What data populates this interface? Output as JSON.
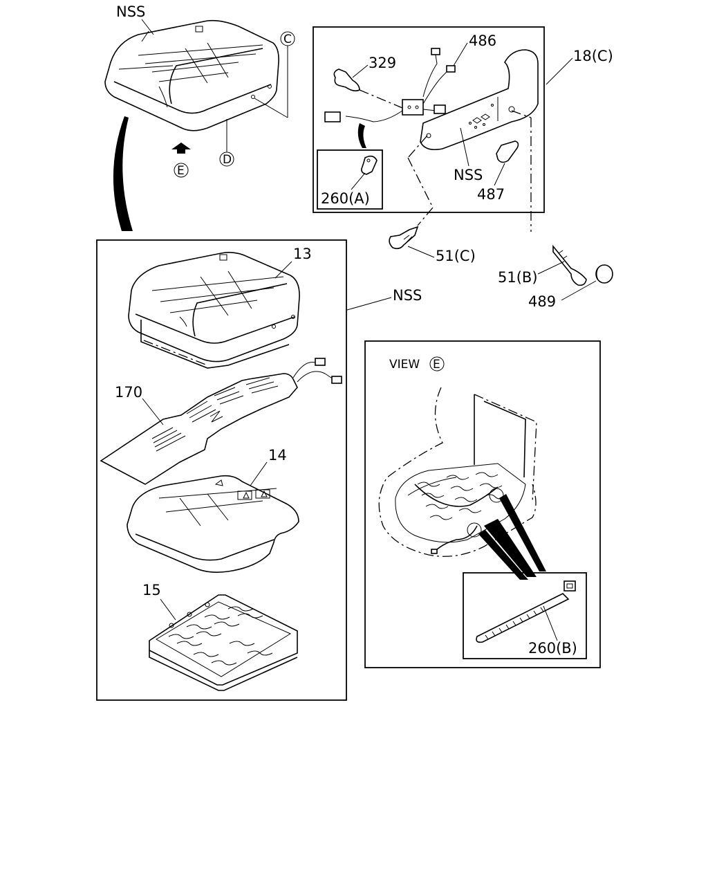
{
  "labels": {
    "nss_top": "NSS",
    "c_marker": "C",
    "d_marker": "D",
    "e_marker": "E",
    "part_329": "329",
    "part_486": "486",
    "part_18c": "18(C)",
    "part_260a": "260(A)",
    "nss_bracket": "NSS",
    "part_487": "487",
    "part_51c": "51(C)",
    "part_51b": "51(B)",
    "part_489": "489",
    "part_13": "13",
    "nss_main": "NSS",
    "part_170": "170",
    "part_14": "14",
    "part_15": "15",
    "view_label": "VIEW",
    "view_marker": "E",
    "part_260b": "260(B)"
  }
}
